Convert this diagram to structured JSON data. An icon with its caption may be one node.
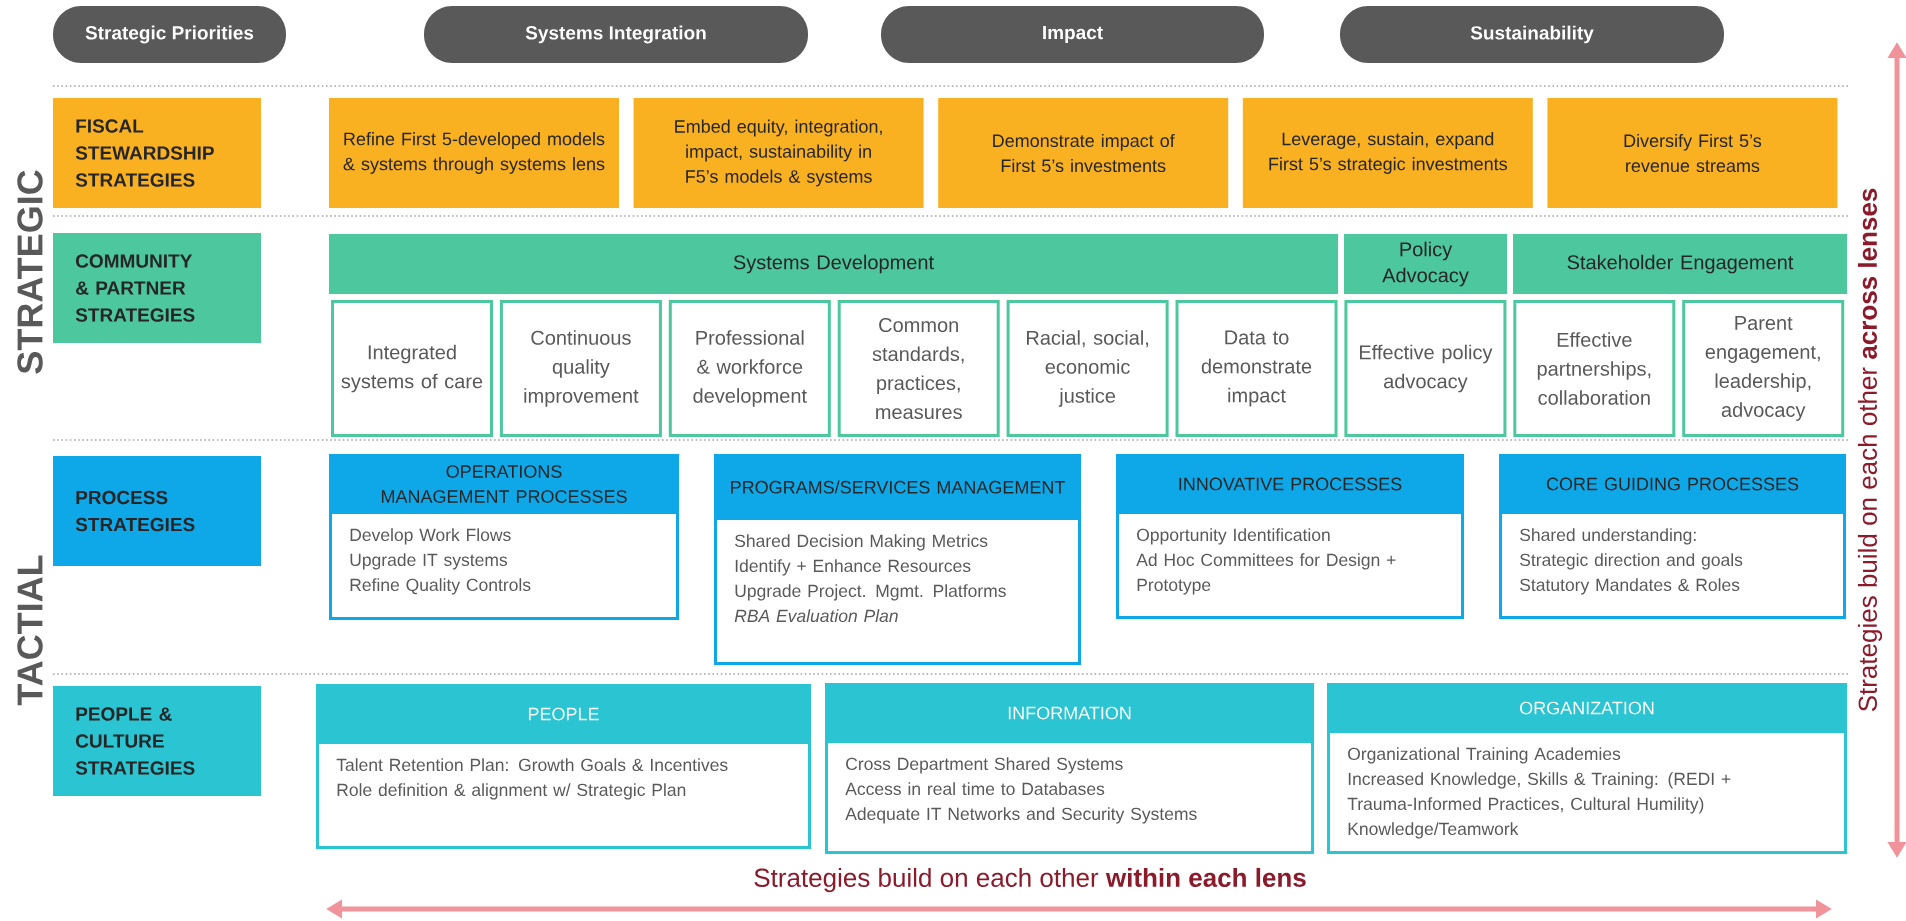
{
  "diagram": {
    "nodes": [
      {
        "text": [
          "Strategic Priorities"
        ]
      },
      {
        "text": [
          "Systems Integration"
        ]
      },
      {
        "text": [
          "Impact"
        ]
      },
      {
        "text": [
          "Sustainability"
        ]
      },
      {
        "text": [
          "FISCAL STEWARDSHIP STRATEGIES"
        ]
      },
      {
        "text": [
          "Refine First 5-developed models & systems through systems lens"
        ]
      },
      {
        "text": [
          "Embed equity, integration, impact, sustainability in F5’s models & systems"
        ]
      },
      {
        "text": [
          "Demonstrate impact of First 5’s investments"
        ]
      },
      {
        "text": [
          "Leverage, sustain, expand First 5’s strategic investments"
        ]
      },
      {
        "text": [
          "Diversify First 5’s revenue streams"
        ]
      },
      {
        "text": [
          "COMMUNITY & PARTNER STRATEGIES"
        ]
      },
      {
        "text": [
          "Systems Development"
        ]
      },
      {
        "text": [
          "Policy Advocacy"
        ]
      },
      {
        "text": [
          "Stakeholder Engagement"
        ]
      },
      {
        "text": [
          "Integrated systems of care"
        ]
      },
      {
        "text": [
          "Continuous quality improvement"
        ]
      },
      {
        "text": [
          "Professional & workforce development"
        ]
      },
      {
        "text": [
          "Common standards, practices, measures"
        ]
      },
      {
        "text": [
          "Racial, social, economic justice"
        ]
      },
      {
        "text": [
          "Data to demonstrate impact"
        ]
      },
      {
        "text": [
          "Effective policy advocacy"
        ]
      },
      {
        "text": [
          "Effective partnerships, collaboration"
        ]
      },
      {
        "text": [
          "Parent engagement, leadership, advocacy"
        ]
      },
      {
        "text": [
          "PROCESS STRATEGIES"
        ]
      },
      {
        "text": [
          "OPERATIONS MANAGEMENT PROCESSES",
          "Develop Work Flows",
          "Upgrade IT systems",
          "Refine Quality Controls"
        ]
      },
      {
        "text": [
          "PROGRAMS/SERVICES MANAGEMENT",
          "Shared Decision Making Metrics",
          "Identify + Enhance Resources",
          "Upgrade Project. Mgmt. Platforms",
          "*RBA Evaluation Plan*"
        ]
      },
      {
        "text": [
          "INNOVATIVE PROCESSES",
          "Opportunity Identification",
          "Ad Hoc Committees for Design + Prototype"
        ]
      },
      {
        "text": [
          "CORE GUIDING PROCESSES",
          "Shared understanding:",
          "Strategic direction and goals",
          "Statutory Mandates & Roles"
        ]
      },
      {
        "text": [
          "PEOPLE & CULTURE STRATEGIES"
        ]
      },
      {
        "text": [
          "PEOPLE",
          "Talent Retention Plan: Growth Goals & Incentives",
          "Role definition & alignment w/ Strategic Plan"
        ]
      },
      {
        "text": [
          "INFORMATION",
          "Cross Department Shared Systems",
          "Access in real time to Databases",
          "Adequate IT Networks and Security Systems"
        ]
      },
      {
        "text": [
          "ORGANIZATION",
          "Organizational Training Academies",
          "Increased Knowledge, Skills & Training: (REDI + Trauma-Informed Practices, Cultural Humility)",
          "Knowledge/Teamwork"
        ]
      }
    ],
    "labels": [
      "STRATEGIC",
      "TACTIAL",
      "Strategies build on each other **across lenses**",
      "Strategies build on each other **within each lens**"
    ]
  }
}
